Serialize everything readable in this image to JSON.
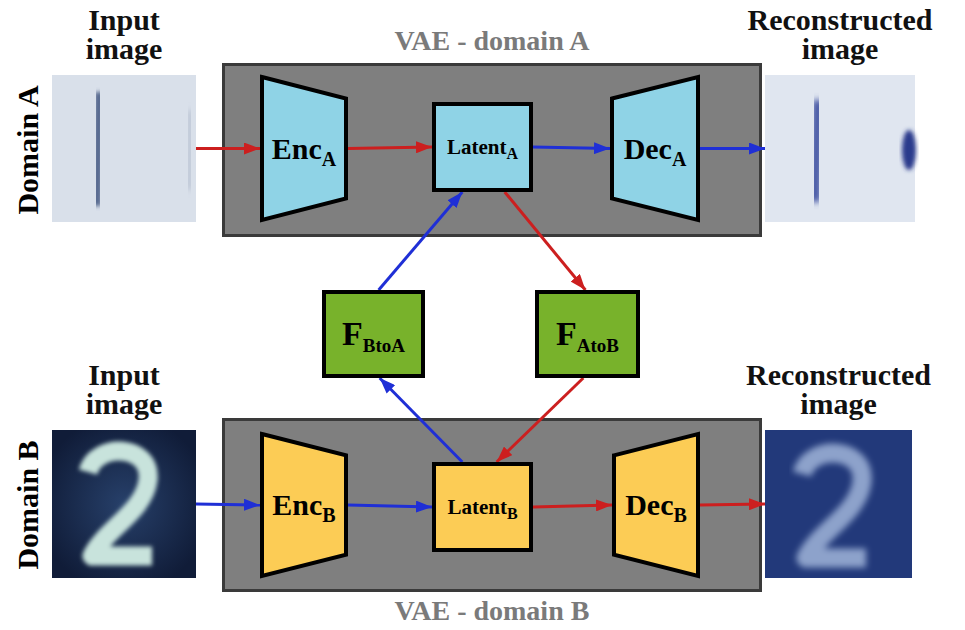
{
  "diagram": {
    "nodes": [
      {
        "text": [
          "Input image"
        ]
      },
      {
        "text": [
          "VAE - domain A"
        ]
      },
      {
        "text": [
          "Enc",
          "A"
        ],
        "in": 1
      },
      {
        "text": [
          "Latent",
          "A"
        ],
        "in": 1
      },
      {
        "text": [
          "Dec",
          "A"
        ],
        "in": 1
      },
      {
        "text": [
          "Reconstructed image"
        ]
      },
      {
        "text": [
          "F",
          "BtoA"
        ]
      },
      {
        "text": [
          "F",
          "AtoB"
        ]
      },
      {
        "text": [
          "Input image"
        ]
      },
      {
        "text": [
          "VAE - domain B"
        ]
      },
      {
        "text": [
          "Enc",
          "B"
        ],
        "in": 9
      },
      {
        "text": [
          "Latent",
          "B"
        ],
        "in": 9
      },
      {
        "text": [
          "Dec",
          "B"
        ],
        "in": 9
      },
      {
        "text": [
          "Reconstructed image"
        ]
      }
    ],
    "edges": [
      {
        "from": 0,
        "to": 2,
        "arrow": "to"
      },
      {
        "from": 2,
        "to": 3,
        "arrow": "to"
      },
      {
        "from": 3,
        "to": 7,
        "arrow": "to"
      },
      {
        "from": 7,
        "to": 11,
        "arrow": "to"
      },
      {
        "from": 11,
        "to": 12,
        "arrow": "to"
      },
      {
        "from": 12,
        "to": 13,
        "arrow": "to"
      },
      {
        "from": 8,
        "to": 10,
        "arrow": "to"
      },
      {
        "from": 10,
        "to": 11,
        "arrow": "to"
      },
      {
        "from": 11,
        "to": 6,
        "arrow": "to"
      },
      {
        "from": 6,
        "to": 3,
        "arrow": "to"
      },
      {
        "from": 3,
        "to": 4,
        "arrow": "to"
      },
      {
        "from": 4,
        "to": 5,
        "arrow": "to"
      }
    ],
    "labels": [
      "Domain A",
      "Domain B"
    ]
  }
}
